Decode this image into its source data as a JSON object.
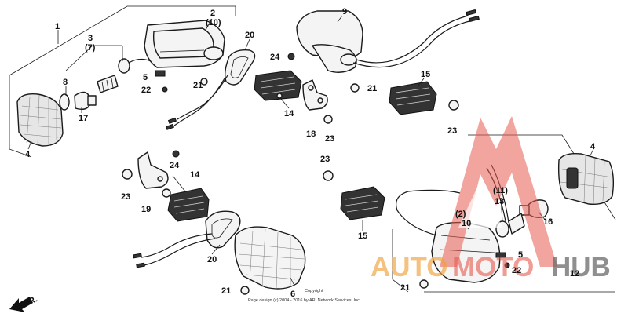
{
  "diagram": {
    "callouts": [
      {
        "id": "lbl-1",
        "text": "1"
      },
      {
        "id": "lbl-2",
        "text": "2"
      },
      {
        "id": "lbl-2b",
        "text": "(10)"
      },
      {
        "id": "lbl-3",
        "text": "3"
      },
      {
        "id": "lbl-3b",
        "text": "(7)"
      },
      {
        "id": "lbl-8",
        "text": "8"
      },
      {
        "id": "lbl-5a",
        "text": "5"
      },
      {
        "id": "lbl-22a",
        "text": "22"
      },
      {
        "id": "lbl-21a",
        "text": "21"
      },
      {
        "id": "lbl-20a",
        "text": "20"
      },
      {
        "id": "lbl-17",
        "text": "17"
      },
      {
        "id": "lbl-4a",
        "text": "4"
      },
      {
        "id": "lbl-9",
        "text": "9"
      },
      {
        "id": "lbl-24a",
        "text": "24"
      },
      {
        "id": "lbl-21b",
        "text": "21"
      },
      {
        "id": "lbl-15a",
        "text": "15"
      },
      {
        "id": "lbl-14a",
        "text": "14"
      },
      {
        "id": "lbl-18",
        "text": "18"
      },
      {
        "id": "lbl-23a",
        "text": "23"
      },
      {
        "id": "lbl-23b",
        "text": "23"
      },
      {
        "id": "lbl-24b",
        "text": "24"
      },
      {
        "id": "lbl-23c",
        "text": "23"
      },
      {
        "id": "lbl-19",
        "text": "19"
      },
      {
        "id": "lbl-14b",
        "text": "14"
      },
      {
        "id": "lbl-23d",
        "text": "23"
      },
      {
        "id": "lbl-15b",
        "text": "15"
      },
      {
        "id": "lbl-20b",
        "text": "20"
      },
      {
        "id": "lbl-21c",
        "text": "21"
      },
      {
        "id": "lbl-6",
        "text": "6"
      },
      {
        "id": "lbl-4b",
        "text": "4"
      },
      {
        "id": "lbl-11",
        "text": "(11)"
      },
      {
        "id": "lbl-13",
        "text": "13"
      },
      {
        "id": "lbl-2c",
        "text": "(2)"
      },
      {
        "id": "lbl-10",
        "text": "10"
      },
      {
        "id": "lbl-16",
        "text": "16"
      },
      {
        "id": "lbl-5b",
        "text": "5"
      },
      {
        "id": "lbl-22b",
        "text": "22"
      },
      {
        "id": "lbl-12",
        "text": "12"
      },
      {
        "id": "lbl-21d",
        "text": "21"
      }
    ],
    "direction_label": "FR.",
    "copyright_line1": "Copyright",
    "copyright_line2": "Page design (c) 2004 - 2016 by ARI Network Services, Inc."
  },
  "watermark": {
    "part1": "AUTO",
    "part2": "MOTO",
    "part3": "HUB",
    "colors": {
      "orange": "#f0a13a",
      "red": "#e8594f",
      "gray": "#6a6a6a"
    }
  }
}
